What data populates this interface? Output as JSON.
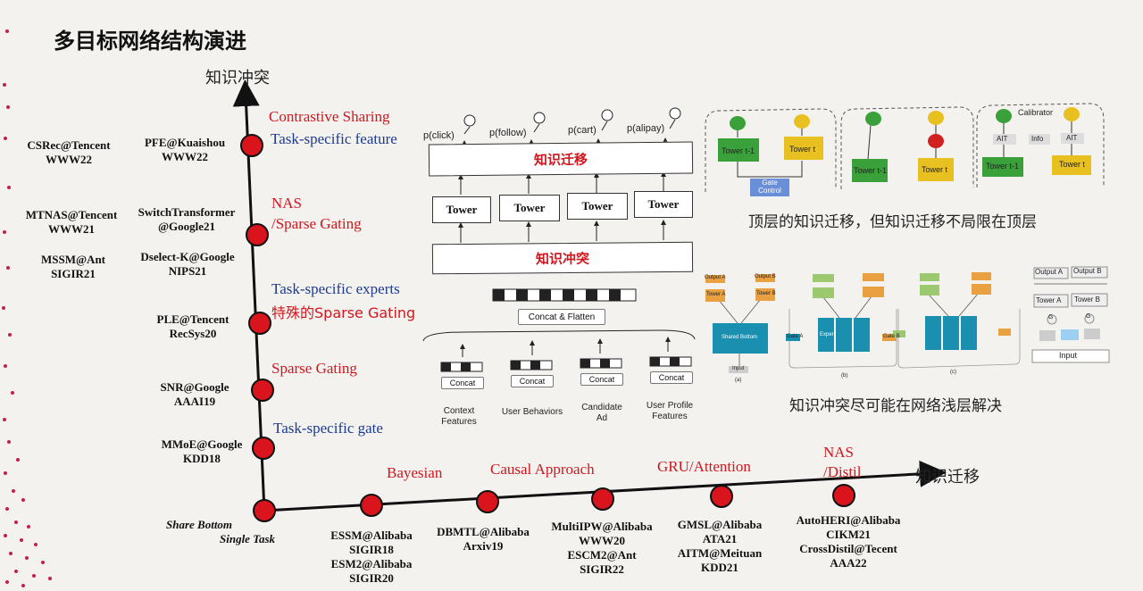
{
  "title": "多目标网络结构演进",
  "axis": {
    "y_label": "知识冲突",
    "x_label": "知识迁移",
    "origin_line1": "Share Bottom",
    "origin_line2": "Single Task"
  },
  "vertical_categories": [
    {
      "line1": "Contrastive Sharing",
      "line2": "Task-specific feature"
    },
    {
      "line1": "NAS",
      "line2": "/Sparse Gating"
    },
    {
      "line1": "Task-specific experts",
      "line2": "特殊的Sparse Gating"
    },
    {
      "line1": "Sparse Gating"
    },
    {
      "line1": "Task-specific gate"
    }
  ],
  "vertical_refs": {
    "pfe": {
      "line1": "PFE@Kuaishou",
      "line2": "WWW22"
    },
    "csrec": {
      "line1": "CSRec@Tencent",
      "line2": "WWW22"
    },
    "switch": {
      "line1": "SwitchTransformer",
      "line2": "@Google21"
    },
    "mtnas": {
      "line1": "MTNAS@Tencent",
      "line2": "WWW21"
    },
    "dselect": {
      "line1": "Dselect-K@Google",
      "line2": "NIPS21"
    },
    "mssm": {
      "line1": "MSSM@Ant",
      "line2": "SIGIR21"
    },
    "ple": {
      "line1": "PLE@Tencent",
      "line2": "RecSys20"
    },
    "snr": {
      "line1": "SNR@Google",
      "line2": "AAAI19"
    },
    "mmoe": {
      "line1": "MMoE@Google",
      "line2": "KDD18"
    }
  },
  "horizontal_categories": [
    "Bayesian",
    "Causal Approach",
    "GRU/Attention",
    "NAS",
    "/Distil"
  ],
  "horizontal_refs": {
    "essm": {
      "line1": "ESSM@Alibaba",
      "line2": "SIGIR18",
      "line3": "ESM2@Alibaba",
      "line4": "SIGIR20"
    },
    "dbmtl": {
      "line1": "DBMTL@Alibaba",
      "line2": "Arxiv19"
    },
    "multiipw": {
      "line1": "MultiIPW@Alibaba",
      "line2": "WWW20",
      "line3": "ESCM2@Ant",
      "line4": "SIGIR22"
    },
    "gmsl": {
      "line1": "GMSL@Alibaba",
      "line2": "ATA21",
      "line3": "AITM@Meituan",
      "line4": "KDD21"
    },
    "autoheri": {
      "line1": "AutoHERI@Alibaba",
      "line2": "CIKM21",
      "line3": "CrossDistil@Tecent",
      "line4": "AAA22"
    }
  },
  "network": {
    "outputs": [
      "p(click)",
      "p(follow)",
      "p(cart)",
      "p(alipay)"
    ],
    "transfer_label": "知识迁移",
    "tower_label": "Tower",
    "conflict_label": "知识冲突",
    "concat_flatten": "Concat & Flatten",
    "concat": "Concat",
    "features": [
      {
        "line1": "Context",
        "line2": "Features"
      },
      {
        "line1": "User Behaviors",
        "line2": ""
      },
      {
        "line1": "Candidate",
        "line2": "Ad"
      },
      {
        "line1": "User Profile",
        "line2": "Features"
      }
    ]
  },
  "right_top": {
    "caption": "顶层的知识迁移，但知识迁移不局限在顶层",
    "tower_prev": "Tower t-1",
    "tower_cur": "Tower t",
    "gate_control": {
      "line1": "Gate",
      "line2": "Control"
    },
    "calibrator": "Calibrator",
    "ait": "AIT",
    "info": "Info"
  },
  "right_bottom": {
    "caption": "知识冲突尽可能在网络浅层解决",
    "output_a": "Output A",
    "output_b": "Output B",
    "tower_a": "Tower A",
    "tower_b": "Tower B",
    "input": "Input",
    "shared_bottom": "Shared Bottom",
    "expert": "Expert",
    "gate_a": "Gate A",
    "gate_b": "Gate B",
    "g": "G",
    "sub_a": "(a)",
    "sub_b": "(b)",
    "sub_c": "(c)"
  },
  "colors": {
    "accent_red": "#d0171f",
    "accent_blue": "#1d3a8f",
    "node_red": "#d9141c"
  }
}
